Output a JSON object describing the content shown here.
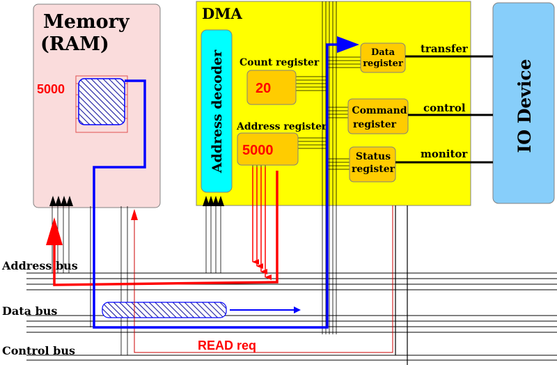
{
  "memory": {
    "title_line1": "Memory",
    "title_line2": "(RAM)",
    "address_label": "5000"
  },
  "dma": {
    "title": "DMA",
    "address_decoder": "Address decoder",
    "count_register_label": "Count  register",
    "count_value": "20",
    "address_register_label": "Address register",
    "address_value": "5000",
    "data_register_line1": "Data",
    "data_register_line2": "register",
    "command_register_line1": "Command",
    "command_register_line2": "register",
    "status_register_line1": "Status",
    "status_register_line2": "register"
  },
  "io_device": {
    "label": "IO Device"
  },
  "signals": {
    "transfer": "transfer",
    "control": "control",
    "monitor": "monitor"
  },
  "buses": {
    "address_bus": "Address bus",
    "data_bus": "Data bus",
    "control_bus": "Control bus",
    "read_request": "READ req"
  },
  "colors": {
    "memory_fill": "#fadcdc",
    "dma_fill": "#ffff00",
    "register_fill": "#ffcc00",
    "decoder_fill": "#00ffff",
    "io_fill": "#87cefa",
    "data_path": "#0000ff",
    "address_path": "#ff0000",
    "label_red": "#ff0000"
  }
}
